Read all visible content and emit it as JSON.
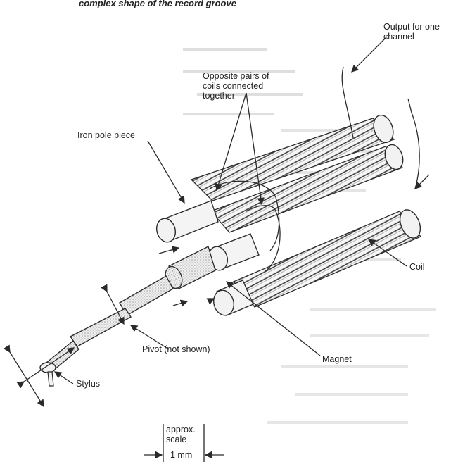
{
  "caption": "complex shape of the record groove",
  "labels": {
    "output": "Output for one channel",
    "output_line1": "Output for one",
    "output_line2": "channel",
    "coils_line1": "Opposite pairs of",
    "coils_line2": "coils connected",
    "coils_line3": "together",
    "iron": "Iron pole piece",
    "coil": "Coil",
    "magnet": "Magnet",
    "pivot": "Pivot (not shown)",
    "stylus": "Stylus"
  },
  "scale": {
    "line1": "approx.",
    "line2": "scale",
    "value": "1 mm"
  },
  "colors": {
    "ink": "#2a2a2a",
    "paper": "#ffffff",
    "shade": "#c8c8c8"
  }
}
